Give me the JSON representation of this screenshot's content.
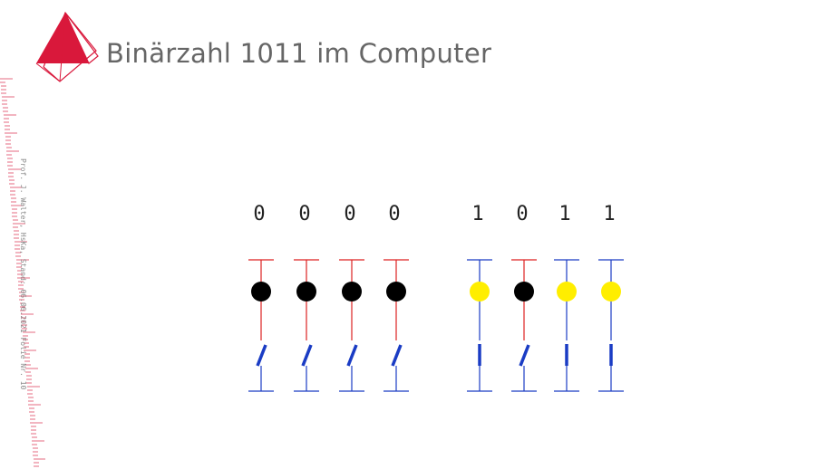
{
  "slide": {
    "title": "Binärzahl 1011 im Computer",
    "footer": "Prof. J. Walter, HsKa, Stand: 06.06.2021 Folie Nr. 10"
  },
  "bits": [
    {
      "digit": "0",
      "switch_closed": false,
      "lamp_on": false
    },
    {
      "digit": "0",
      "switch_closed": false,
      "lamp_on": false
    },
    {
      "digit": "0",
      "switch_closed": false,
      "lamp_on": false
    },
    {
      "digit": "0",
      "switch_closed": false,
      "lamp_on": false
    },
    {
      "digit": "1",
      "switch_closed": true,
      "lamp_on": true
    },
    {
      "digit": "0",
      "switch_closed": false,
      "lamp_on": false
    },
    {
      "digit": "1",
      "switch_closed": true,
      "lamp_on": true
    },
    {
      "digit": "1",
      "switch_closed": true,
      "lamp_on": true
    }
  ],
  "colors": {
    "brand": "#d9183b",
    "wire_top": "#dd2222",
    "wire_bottom": "#1a3cc4",
    "switch": "#1a3cc4",
    "lamp_on": "#ffee00",
    "lamp_off": "#000000",
    "title": "#666666"
  }
}
